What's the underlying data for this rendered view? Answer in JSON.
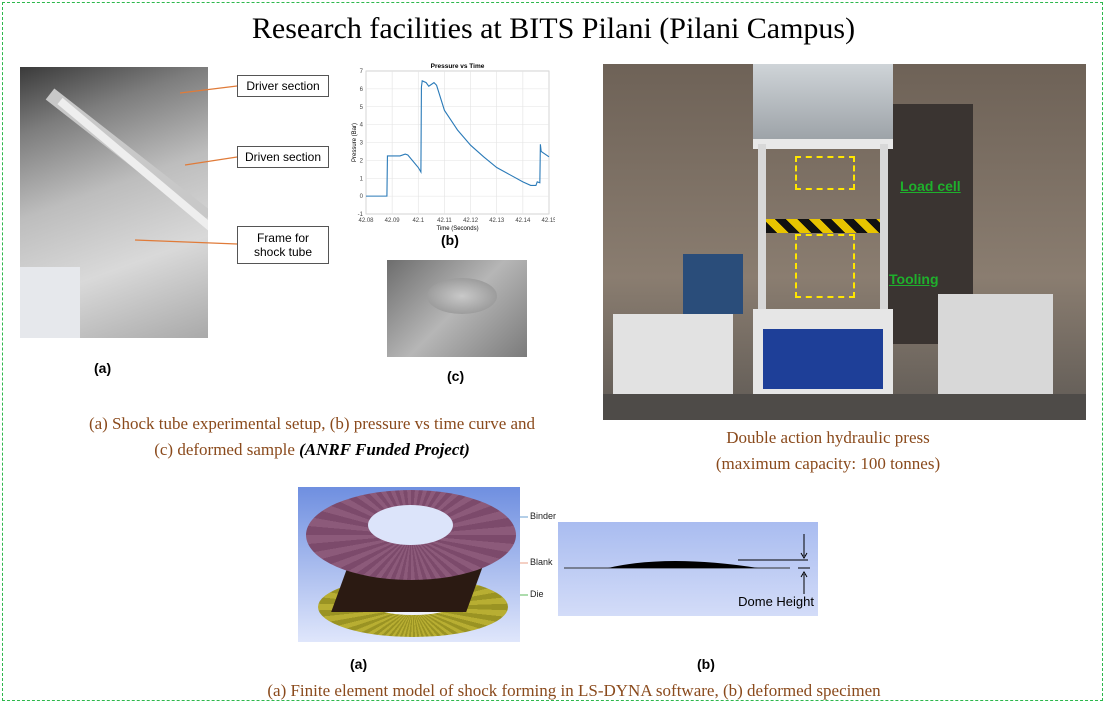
{
  "title": "Research facilities at BITS Pilani (Pilani Campus)",
  "shock_tube": {
    "labels": [
      "Driver section",
      "Driven section",
      "Frame for shock tube"
    ],
    "sublabel_a": "(a)",
    "sublabel_b": "(b)",
    "sublabel_c": "(c)",
    "caption_line1": "(a) Shock tube experimental setup, (b) pressure vs time curve and",
    "caption_line2_prefix": "(c) deformed sample ",
    "caption_line2_emph": "(ANRF Funded Project)"
  },
  "chart_data": {
    "type": "line",
    "title": "Pressure vs Time",
    "xlabel": "Time (Seconds)",
    "ylabel": "Pressure (Bar)",
    "xlim": [
      42.08,
      42.15
    ],
    "ylim": [
      -1,
      7
    ],
    "xticks": [
      "42.08",
      "42.09",
      "42.1",
      "42.11",
      "42.12",
      "42.13",
      "42.14",
      "42.15"
    ],
    "yticks": [
      "-1",
      "0",
      "1",
      "2",
      "3",
      "4",
      "5",
      "6",
      "7"
    ],
    "grid": true,
    "line_color": "#2a7ab8",
    "x": [
      42.08,
      42.088,
      42.0882,
      42.09,
      42.093,
      42.095,
      42.096,
      42.1,
      42.101,
      42.1012,
      42.1015,
      42.103,
      42.104,
      42.106,
      42.107,
      42.11,
      42.115,
      42.12,
      42.125,
      42.13,
      42.135,
      42.14,
      42.143,
      42.145,
      42.1455,
      42.1465,
      42.1467,
      42.147,
      42.15
    ],
    "y": [
      0,
      0,
      2.25,
      2.25,
      2.25,
      2.35,
      2.3,
      1.6,
      1.35,
      6.1,
      6.45,
      6.35,
      6.15,
      6.35,
      6.2,
      4.8,
      3.7,
      2.85,
      2.2,
      1.6,
      1.2,
      0.8,
      0.6,
      0.6,
      0.8,
      0.75,
      2.9,
      2.5,
      2.2
    ]
  },
  "press": {
    "load_cell": "Load cell",
    "tooling": "Tooling",
    "caption_line1": "Double action hydraulic press",
    "caption_line2": "(maximum capacity: 100 tonnes)"
  },
  "fem": {
    "labels": [
      "Binder",
      "Blank",
      "Die"
    ],
    "dome_label": "Dome Height",
    "sublabel_a": "(a)",
    "sublabel_b": "(b)",
    "caption": "(a) Finite element model of shock forming in LS-DYNA software, (b) deformed specimen"
  },
  "colors": {
    "caption": "#8a4a1c",
    "border": "#2db84d",
    "highlight": "#1fb02c"
  }
}
